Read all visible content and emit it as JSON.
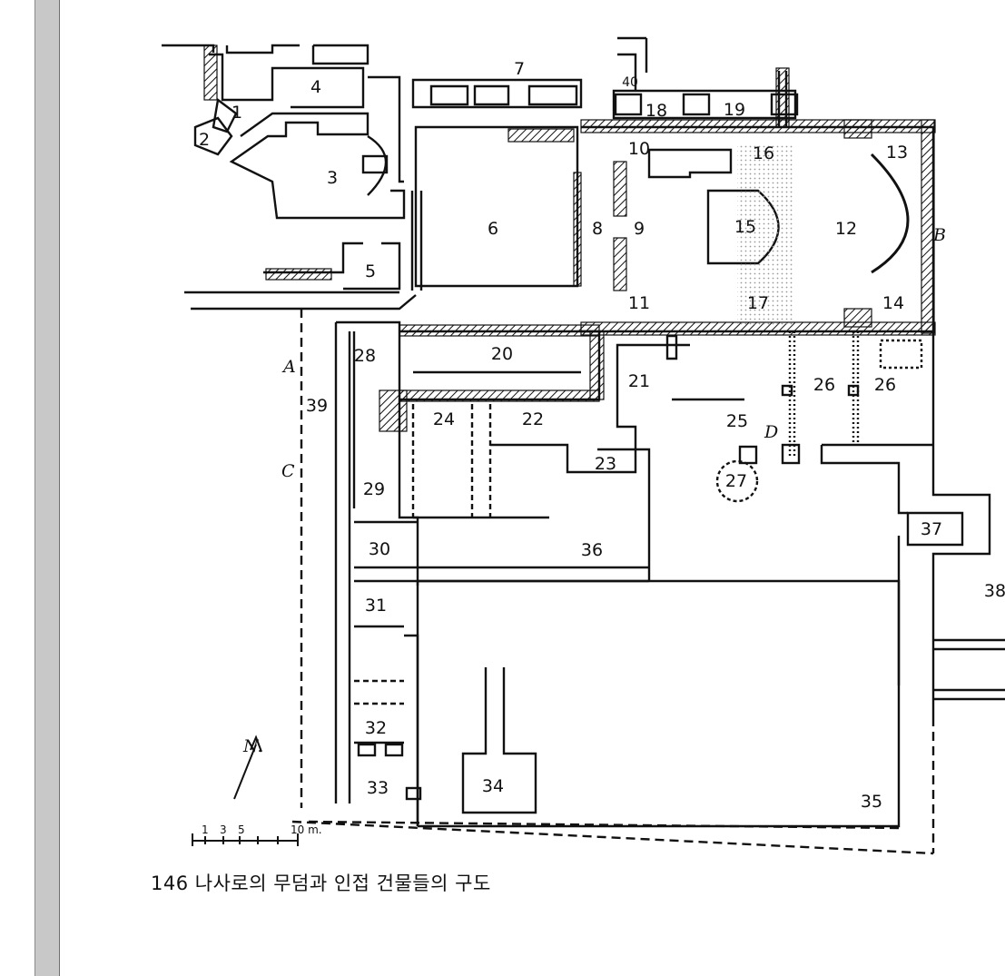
{
  "caption": "146 나사로의 무덤과 인접 건물들의 구도",
  "compass": {
    "label": "N."
  },
  "scale_bar": {
    "ticks": [
      "1",
      "3",
      "5"
    ],
    "end_label": "10 m."
  },
  "section_markers": [
    "A",
    "B",
    "C",
    "D"
  ],
  "rooms": [
    "1",
    "2",
    "3",
    "4",
    "5",
    "6",
    "7",
    "8",
    "9",
    "10",
    "11",
    "12",
    "13",
    "14",
    "15",
    "16",
    "17",
    "18",
    "19",
    "20",
    "21",
    "22",
    "23",
    "24",
    "25",
    "26",
    "26",
    "27",
    "28",
    "29",
    "30",
    "31",
    "32",
    "33",
    "34",
    "35",
    "36",
    "37",
    "38",
    "39",
    "40"
  ],
  "colors": {
    "gutter": "#c8c8c8",
    "ink": "#111111",
    "stipple": "#9a9a9a"
  }
}
